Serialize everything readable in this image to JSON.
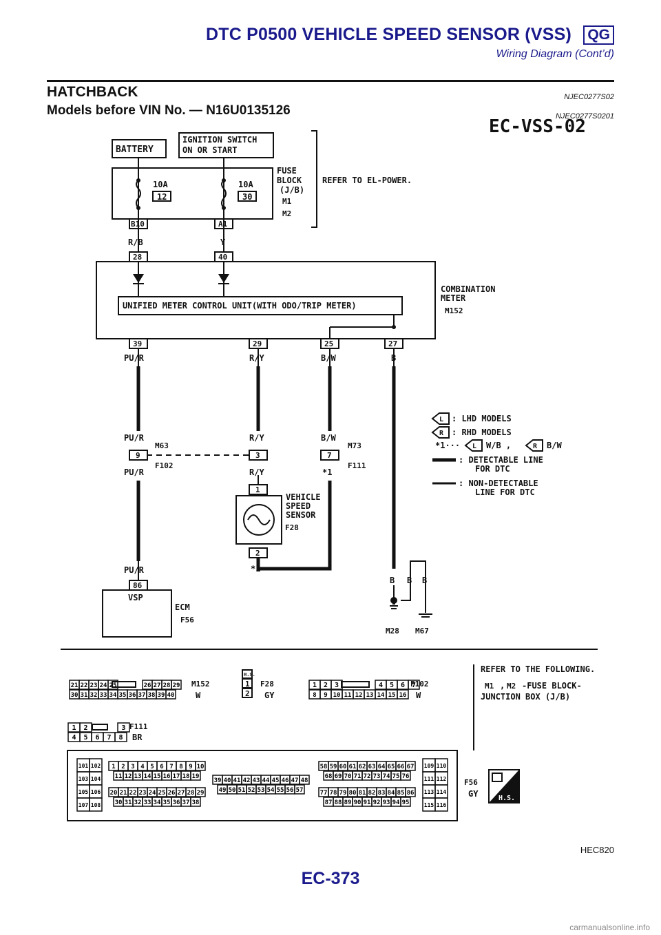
{
  "header": {
    "title": "DTC P0500 VEHICLE SPEED SENSOR (VSS)",
    "badge": "QG",
    "subtitle": "Wiring Diagram (Cont’d)"
  },
  "section": {
    "title": "HATCHBACK",
    "code": "NJEC0277S02"
  },
  "subsection": {
    "title": "Models before VIN No. — N16U0135126",
    "code": "NJEC0277S0201"
  },
  "diagram": {
    "id": "EC-VSS-02",
    "battery": "BATTERY",
    "ignition_l1": "IGNITION SWITCH",
    "ignition_l2": "ON OR START",
    "fuse1_amp": "10A",
    "fuse1_num": "12",
    "fuse2_amp": "10A",
    "fuse2_num": "30",
    "fuse_block_l1": "FUSE",
    "fuse_block_l2": "BLOCK",
    "fuse_block_l3": "(J/B)",
    "conn_m1": "M1",
    "conn_m2": "M2",
    "refer_power": "REFER TO EL-POWER.",
    "pin_b10": "B10",
    "pin_a1": "A1",
    "wire_rb": "R/B",
    "wire_y": "Y",
    "pin_28": "28",
    "pin_40": "40",
    "combo_l1": "COMBINATION",
    "combo_l2": "METER",
    "conn_m152": "M152",
    "control_unit": "UNIFIED METER CONTROL UNIT(WITH ODO/TRIP METER)",
    "pin_39": "39",
    "pin_29": "29",
    "pin_25": "25",
    "pin_27": "27",
    "wire_pur": "PU/R",
    "wire_ry": "R/Y",
    "wire_bw": "B/W",
    "wire_b": "B",
    "pin_9": "9",
    "pin_3": "3",
    "pin_7": "7",
    "conn_m63": "M63",
    "conn_f102": "F102",
    "conn_m73": "M73",
    "conn_f111": "F111",
    "star1": "*1",
    "vss_pin1": "1",
    "vss_pin2": "2",
    "vss_l1": "VEHICLE",
    "vss_l2": "SPEED",
    "vss_l3": "SENSOR",
    "conn_f28": "F28",
    "pin_86": "86",
    "ecm_vsp": "VSP",
    "ecm_label": "ECM",
    "conn_f56": "F56",
    "gnd_m28": "M28",
    "gnd_m67": "M67"
  },
  "legend": {
    "l_mark": "L",
    "l_text": ": LHD MODELS",
    "r_mark": "R",
    "r_text": ": RHD MODELS",
    "star_pre": "*1···",
    "star_l": "W/B ,",
    "star_r": "B/W",
    "det_l1": ": DETECTABLE LINE",
    "det_l2": "FOR DTC",
    "nondet_l1": ": NON-DETECTABLE",
    "nondet_l2": "LINE FOR DTC"
  },
  "connectors": {
    "m152_row1": [
      "21",
      "22",
      "23",
      "24",
      "25",
      "26",
      "27",
      "28",
      "29"
    ],
    "m152_row2": [
      "30",
      "31",
      "32",
      "33",
      "34",
      "35",
      "36",
      "37",
      "38",
      "39",
      "40"
    ],
    "m152_id": "M152",
    "m152_color": "W",
    "f28_h": "H.S.",
    "f28_1": "1",
    "f28_2": "2",
    "f28_id": "F28",
    "f28_color": "GY",
    "f102_row1": [
      "1",
      "2",
      "3",
      "4",
      "5",
      "6",
      "7"
    ],
    "f102_row2": [
      "8",
      "9",
      "10",
      "11",
      "12",
      "13",
      "14",
      "15",
      "16"
    ],
    "f102_id": "F102",
    "f102_color": "W",
    "f111_row1": [
      "1",
      "2",
      "3"
    ],
    "f111_row2": [
      "4",
      "5",
      "6",
      "7",
      "8"
    ],
    "f111_id": "F111",
    "f111_color": "BR",
    "refer_l1": "REFER TO THE FOLLOWING.",
    "refer_l2": "-FUSE BLOCK-",
    "refer_l3": "JUNCTION BOX (J/B)",
    "refer_m1": "M1",
    "refer_m2": "M2",
    "refer_comma": ",",
    "ecm_left": [
      "101",
      "102",
      "103",
      "104",
      "105",
      "106",
      "107",
      "108"
    ],
    "ecm_a1": [
      "1",
      "2",
      "3",
      "4",
      "5",
      "6",
      "7",
      "8",
      "9",
      "10"
    ],
    "ecm_a2": [
      "11",
      "12",
      "13",
      "14",
      "15",
      "16",
      "17",
      "18",
      "19"
    ],
    "ecm_a3": [
      "20",
      "21",
      "22",
      "23",
      "24",
      "25",
      "26",
      "27",
      "28",
      "29"
    ],
    "ecm_a4": [
      "30",
      "31",
      "32",
      "33",
      "34",
      "35",
      "36",
      "37",
      "38"
    ],
    "ecm_b1": [
      "39",
      "40",
      "41",
      "42",
      "43",
      "44",
      "45",
      "46",
      "47",
      "48"
    ],
    "ecm_b2": [
      "49",
      "50",
      "51",
      "52",
      "53",
      "54",
      "55",
      "56",
      "57"
    ],
    "ecm_c1": [
      "58",
      "59",
      "60",
      "61",
      "62",
      "63",
      "64",
      "65",
      "66",
      "67"
    ],
    "ecm_c2": [
      "68",
      "69",
      "70",
      "71",
      "72",
      "73",
      "74",
      "75",
      "76"
    ],
    "ecm_c3": [
      "77",
      "78",
      "79",
      "80",
      "81",
      "82",
      "83",
      "84",
      "85",
      "86"
    ],
    "ecm_c4": [
      "87",
      "88",
      "89",
      "90",
      "91",
      "92",
      "93",
      "94",
      "95"
    ],
    "ecm_right": [
      "109",
      "110",
      "111",
      "112",
      "113",
      "114",
      "115",
      "116"
    ],
    "ecm_id": "F56",
    "ecm_color": "GY",
    "hs_label": "H.S."
  },
  "figure_id": "HEC820",
  "page_number": "EC-373",
  "footer": "carmanualsonline.info"
}
